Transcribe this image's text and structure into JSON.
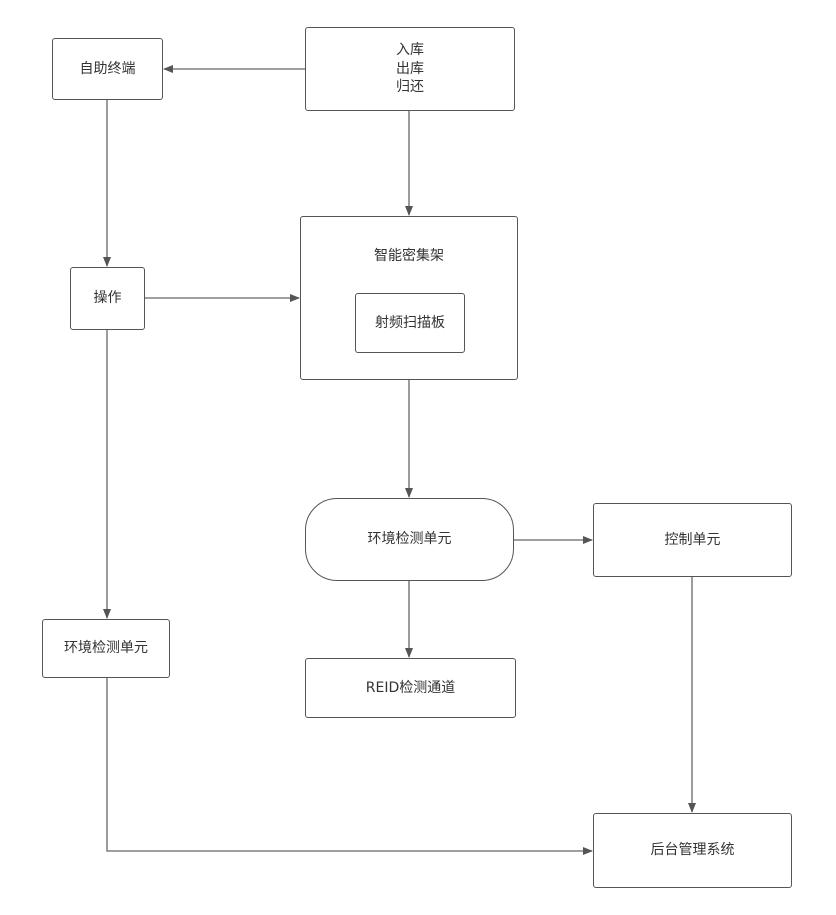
{
  "nodes": {
    "self_terminal": "自助终端",
    "storage_actions": [
      "入库",
      "出库",
      "归还"
    ],
    "operation": "操作",
    "smart_rack": "智能密集架",
    "rf_board": "射频扫描板",
    "env_unit_center": "环境检测单元",
    "control_unit": "控制单元",
    "env_unit_left": "环境检测单元",
    "rfid_channel": "REID检测通道",
    "backend": "后台管理系统"
  }
}
